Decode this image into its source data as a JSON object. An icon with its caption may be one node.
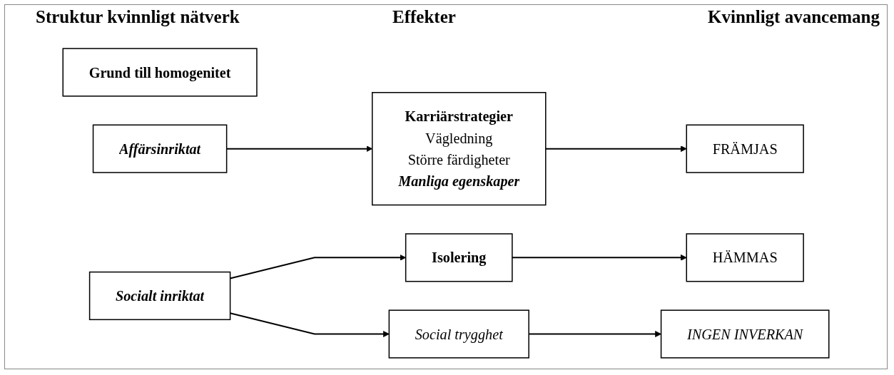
{
  "diagram": {
    "nodes": [
      {
        "text": [
          "Grund till homogenitet"
        ]
      },
      {
        "text": [
          "Affärsinriktat"
        ]
      },
      {
        "text": [
          "Socialt inriktat"
        ]
      },
      {
        "text": [
          "Karriärstrategier",
          "Vägledning",
          "Större färdigheter",
          "Manliga egenskaper"
        ]
      },
      {
        "text": [
          "Isolering"
        ]
      },
      {
        "text": [
          "Social trygghet"
        ]
      },
      {
        "text": [
          "FRÄMJAS"
        ]
      },
      {
        "text": [
          "HÄMMAS"
        ]
      },
      {
        "text": [
          "INGEN INVERKAN"
        ]
      }
    ],
    "edges": [
      {
        "from": 1,
        "to": 3,
        "arrow": "to"
      },
      {
        "from": 2,
        "to": 4,
        "arrow": "to"
      },
      {
        "from": 2,
        "to": 5,
        "arrow": "to"
      },
      {
        "from": 3,
        "to": 6,
        "arrow": "to"
      },
      {
        "from": 4,
        "to": 7,
        "arrow": "to"
      },
      {
        "from": 5,
        "to": 8,
        "arrow": "to"
      }
    ],
    "labels": [
      "Struktur kvinnligt nätverk",
      "Effekter",
      "Kvinnligt avancemang"
    ]
  }
}
